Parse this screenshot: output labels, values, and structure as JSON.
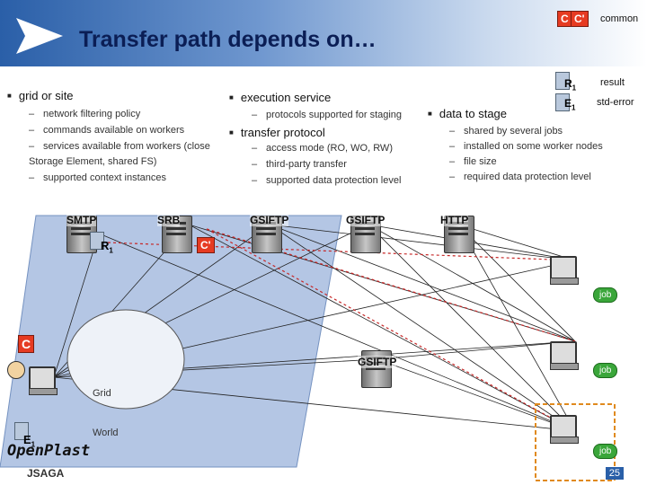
{
  "slide": {
    "title": "Transfer path depends on…",
    "page_number": "25"
  },
  "legend": {
    "c_box": "C",
    "c_prime_box": "C'",
    "common": "common",
    "r_file": "R",
    "e_file": "E",
    "result": "result",
    "std_error": "std-error",
    "subscript": "1"
  },
  "columns": {
    "grid": {
      "heading": "grid or site",
      "items": [
        "network filtering policy",
        "commands available on workers",
        "services available from workers (close Storage Element, shared FS)",
        "supported context instances"
      ]
    },
    "execution": {
      "heading": "execution service",
      "items": [
        "protocols supported for staging"
      ]
    },
    "transfer": {
      "heading": "transfer protocol",
      "items": [
        "access mode (RO, WO, RW)",
        "third-party transfer",
        "supported data protection level"
      ]
    },
    "data": {
      "heading": "data to stage",
      "items": [
        "shared by several jobs",
        "installed on some worker nodes",
        "file size",
        "required data protection level"
      ]
    }
  },
  "diagram": {
    "servers": [
      "SMTP",
      "SRB",
      "GSIFTP",
      "GSIFTP",
      "HTTP"
    ],
    "r1_label": "R",
    "c_prime_label": "C'",
    "c_label": "C",
    "gsiftp_mid": "GSIFTP",
    "e1_label": "E",
    "job_labels": [
      "job",
      "job",
      "job"
    ],
    "cloud_words": [
      "Grid",
      "World"
    ]
  },
  "branding": {
    "openplast": "OpenPlast",
    "jsaga": "JSAGA"
  }
}
